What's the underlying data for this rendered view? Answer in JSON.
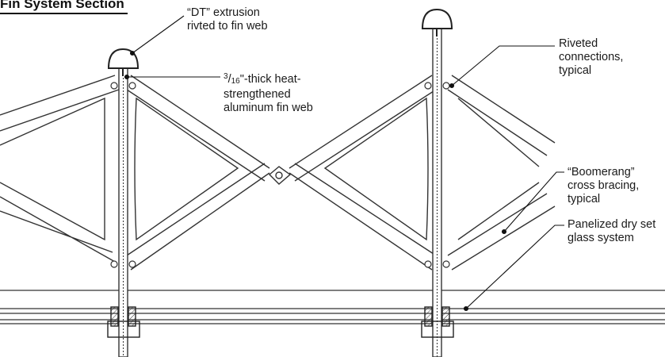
{
  "title": "Fin System Section",
  "labels": {
    "dt_extrusion": {
      "line1": "“DT” extrusion",
      "line2": "rivted to fin web"
    },
    "fin_web": {
      "frac_num": "3",
      "frac_slash": "/",
      "frac_den": "16",
      "line1_rest": "\"-thick heat-",
      "line2": "strengthened",
      "line3": "aluminum fin web"
    },
    "riveted": {
      "line1": "Riveted",
      "line2": "connections,",
      "line3": "typical"
    },
    "boomerang": {
      "line1": "“Boomerang”",
      "line2": "cross bracing,",
      "line3": "typical"
    },
    "glass": {
      "line1": "Panelized dry set",
      "line2": "glass system"
    }
  },
  "colors": {
    "line": "#222222",
    "text": "#1a1a1a",
    "background": "#ffffff"
  }
}
